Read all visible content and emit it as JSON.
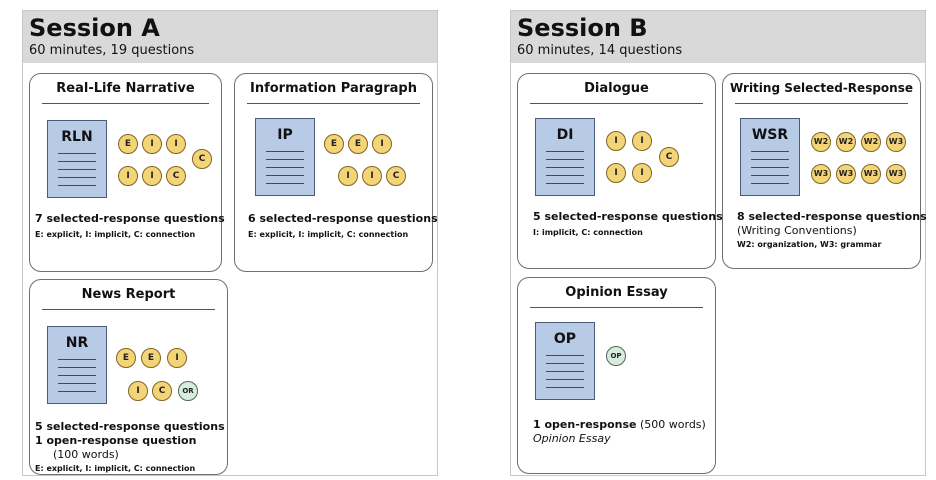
{
  "session_a": {
    "title": "Session A",
    "subtitle": "60 minutes, 19 questions",
    "rln": {
      "title": "Real-Life Narrative",
      "doc": "RLN",
      "circles": [
        "E",
        "I",
        "I",
        "C",
        "I",
        "I",
        "C"
      ],
      "line1": "7 selected-response questions",
      "key": "E: explicit, I: implicit, C: connection"
    },
    "ip": {
      "title": "Information Paragraph",
      "doc": "IP",
      "circles": [
        "E",
        "E",
        "I",
        "I",
        "I",
        "C"
      ],
      "line1": "6 selected-response questions",
      "key": "E: explicit, I: implicit, C: connection"
    },
    "nr": {
      "title": "News Report",
      "doc": "NR",
      "circles": [
        "E",
        "E",
        "I",
        "I",
        "C",
        "OR"
      ],
      "line1": "5 selected-response questions",
      "line2": "1 open-response question",
      "line3": "(100 words)",
      "key": "E: explicit, I: implicit, C: connection"
    }
  },
  "session_b": {
    "title": "Session B",
    "subtitle": "60 minutes, 14 questions",
    "di": {
      "title": "Dialogue",
      "doc": "DI",
      "circles": [
        "I",
        "I",
        "C",
        "I",
        "I"
      ],
      "line1": "5 selected-response questions",
      "key": "I: implicit, C: connection"
    },
    "wsr": {
      "title": "Writing Selected-Response",
      "doc": "WSR",
      "circles": [
        "W2",
        "W2",
        "W2",
        "W3",
        "W3",
        "W3",
        "W3",
        "W3"
      ],
      "line1": "8 selected-response questions",
      "line2": "(Writing Conventions)",
      "key": "W2: organization, W3: grammar"
    },
    "op": {
      "title": "Opinion Essay",
      "doc": "OP",
      "circles": [
        "OP"
      ],
      "line1_bold": "1 open-response",
      "line1_rest": " (500 words)",
      "line2": "Opinion Essay"
    }
  },
  "colors": {
    "header_bg": "#d9d9d9",
    "doc_fill": "#b8cbe6",
    "question_fill": "#f3d476",
    "open_fill": "#d8ebdd"
  }
}
